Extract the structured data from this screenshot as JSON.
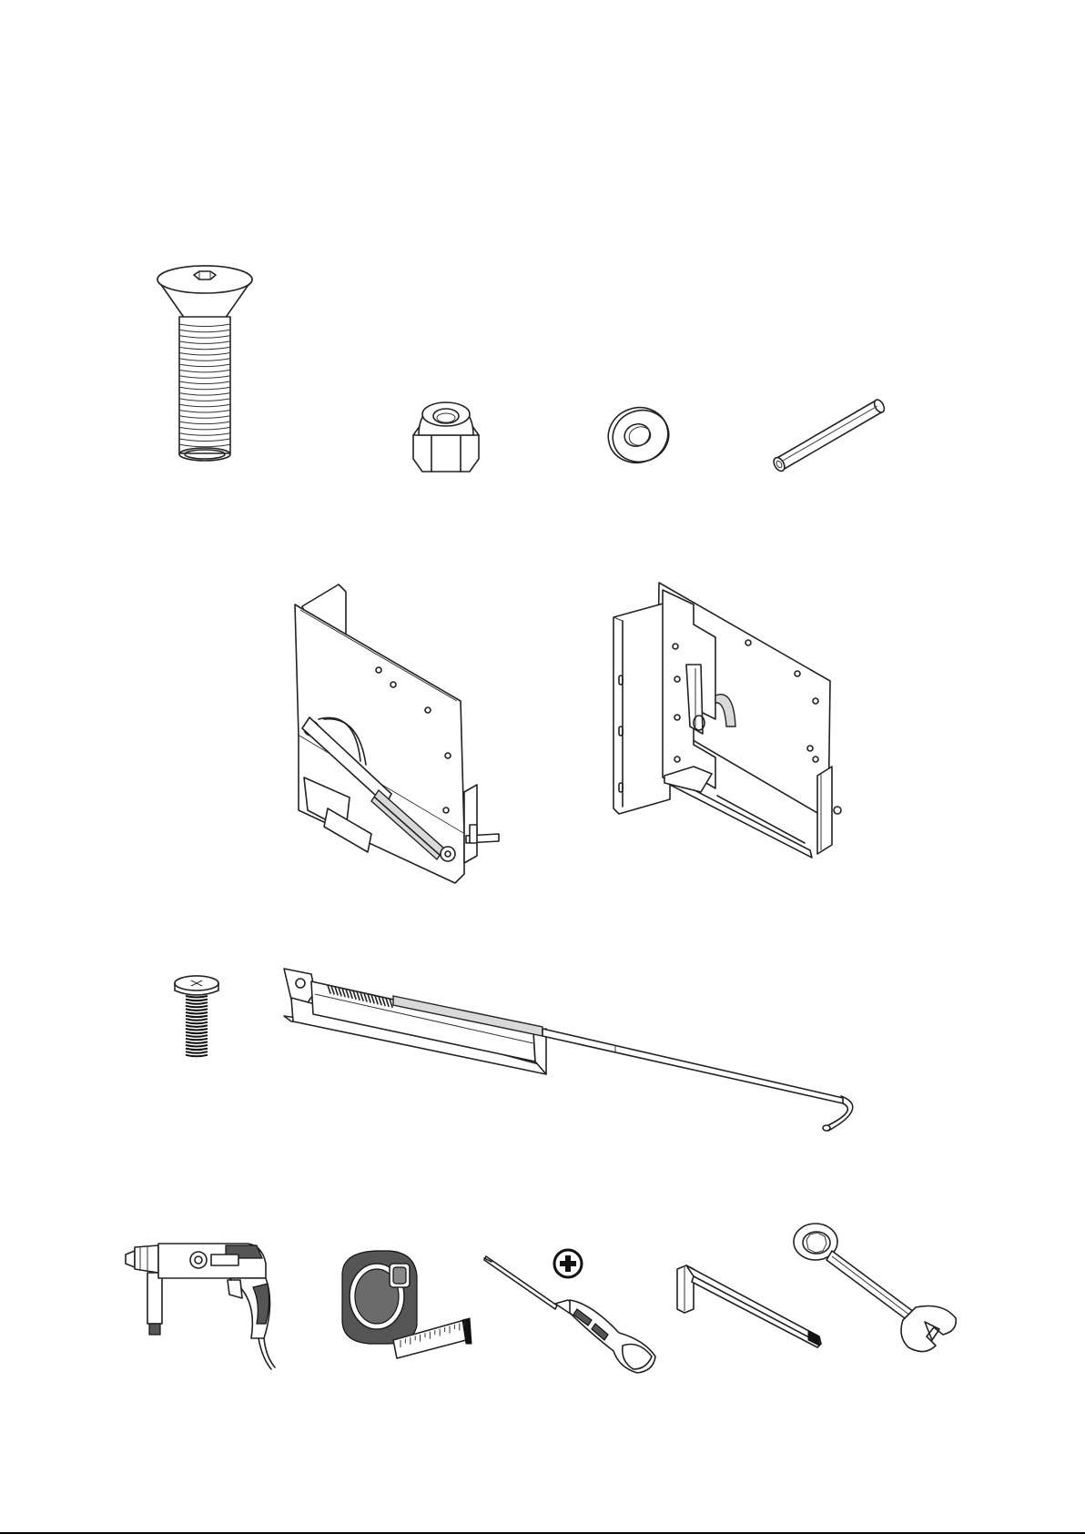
{
  "document": {
    "type": "assembly-parts-sheet",
    "background": "#ffffff",
    "line_color": "#222222"
  },
  "hardware_row": [
    {
      "name": "countersunk-bolt",
      "icon": "countersunk-bolt-icon"
    },
    {
      "name": "lock-nut",
      "icon": "lock-nut-icon"
    },
    {
      "name": "washer",
      "icon": "washer-icon"
    },
    {
      "name": "dowel-pin",
      "icon": "dowel-pin-icon"
    }
  ],
  "bracket_row": [
    {
      "name": "left-lift-mechanism",
      "icon": "lift-mechanism-left-icon"
    },
    {
      "name": "right-lift-mechanism",
      "icon": "lift-mechanism-right-icon"
    }
  ],
  "rail_row": [
    {
      "name": "pan-head-screw",
      "icon": "pan-head-screw-icon"
    },
    {
      "name": "release-rod-assembly",
      "icon": "release-rod-icon"
    }
  ],
  "tools_row": [
    {
      "name": "power-drill",
      "icon": "power-drill-icon"
    },
    {
      "name": "tape-measure",
      "icon": "tape-measure-icon"
    },
    {
      "name": "phillips-screwdriver",
      "icon": "phillips-screwdriver-icon"
    },
    {
      "name": "allen-key",
      "icon": "allen-key-icon"
    },
    {
      "name": "combination-wrench",
      "icon": "combination-wrench-icon"
    }
  ]
}
